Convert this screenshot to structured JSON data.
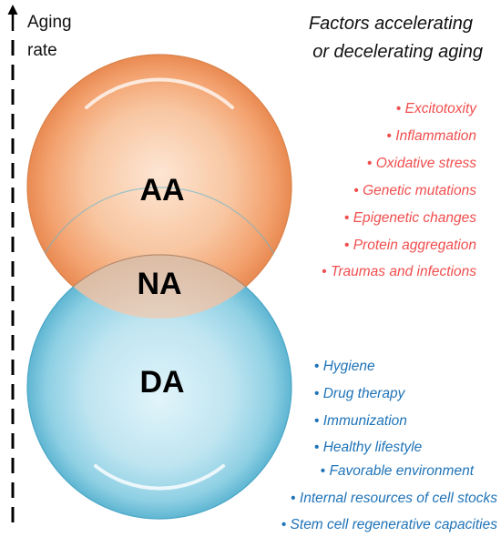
{
  "axis": {
    "label_line1": "Aging",
    "label_line2": "rate"
  },
  "heading": {
    "line1": "Factors accelerating",
    "line2": "or decelerating aging"
  },
  "zones": {
    "aa": "AA",
    "na": "NA",
    "da": "DA"
  },
  "colors": {
    "accelerating": "#f04e4e",
    "decelerating": "#1f73b7",
    "aa_circle": "#f6ab7d",
    "da_circle": "#8fd0e4"
  },
  "accelerating_factors": [
    "Excitotoxity",
    "Inflammation",
    "Oxidative stress",
    "Genetic mutations",
    "Epigenetic changes",
    "Protein aggregation",
    "Traumas and infections"
  ],
  "decelerating_factors": [
    "Hygiene",
    "Drug therapy",
    "Immunization",
    "Healthy lifestyle",
    "Favorable environment",
    "Internal resources of cell stocks",
    "Stem cell regenerative capacities"
  ]
}
